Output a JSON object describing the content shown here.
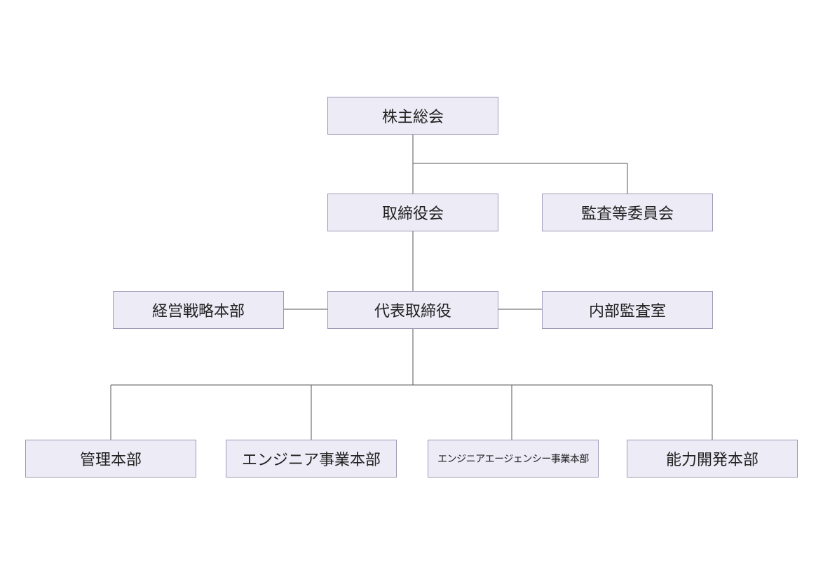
{
  "org_chart": {
    "shareholders_meeting": "株主総会",
    "board_of_directors": "取締役会",
    "audit_committee": "監査等委員会",
    "corporate_strategy": "経営戦略本部",
    "representative_director": "代表取締役",
    "internal_audit": "内部監査室",
    "departments": [
      "管理本部",
      "エンジニア事業本部",
      "エンジニアエージェンシー事業本部",
      "能力開発本部"
    ]
  },
  "colors": {
    "node_fill": "#ecebf6",
    "node_border": "#9c9bb8",
    "connector": "#555555",
    "text": "#222222"
  }
}
